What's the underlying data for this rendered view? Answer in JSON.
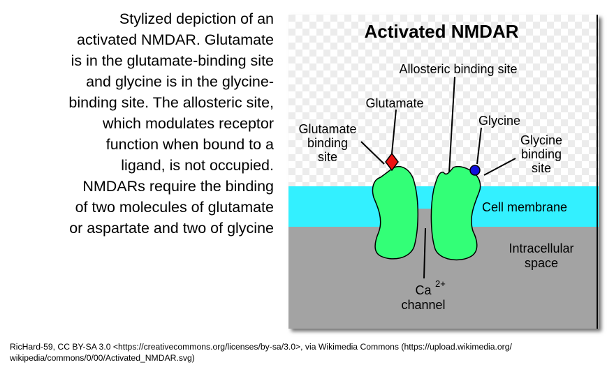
{
  "caption": {
    "text": "Stylized depiction of an\nactivated NMDAR. Glutamate\nis in the glutamate-binding site\nand glycine is in the glycine-\nbinding site. The allosteric site,\nwhich modulates receptor\nfunction when bound to a\nligand, is not occupied.\nNMDARs require the binding\nof two molecules of glutamate\nor aspartate and two of glycine"
  },
  "diagram": {
    "title": "Activated NMDAR",
    "labels": {
      "allosteric_site": "Allosteric binding site",
      "glutamate": "Glutamate",
      "glutamate_site_line1": "Glutamate",
      "glutamate_site_line2": "binding",
      "glutamate_site_line3": "site",
      "glycine": "Glycine",
      "glycine_site_line1": "Glycine",
      "glycine_site_line2": "binding",
      "glycine_site_line3": "site",
      "cell_membrane": "Cell membrane",
      "intracellular_line1": "Intracellular",
      "intracellular_line2": "space",
      "channel_ca": "Ca",
      "channel_charge": "2+",
      "channel_word": "channel"
    },
    "colors": {
      "membrane": "#33f0ff",
      "intracellular": "#a3a3a3",
      "receptor": "#33ff77",
      "glutamate": "#ee1111",
      "glycine": "#1111dd"
    }
  },
  "attribution": {
    "text": "RicHard-59, CC BY-SA 3.0 <https://creativecommons.org/licenses/by-sa/3.0>, via Wikimedia Commons (https://upload.wikimedia.org/\nwikipedia/commons/0/00/Activated_NMDAR.svg)"
  }
}
